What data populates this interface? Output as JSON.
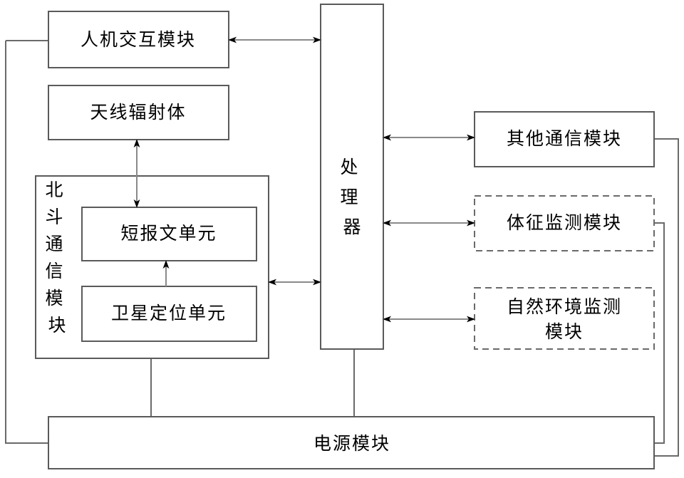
{
  "diagram": {
    "title": "BeiDou communication terminal system block diagram",
    "background_color": "#ffffff",
    "line_color": "#5a5a5a",
    "text_color": "#000000",
    "blocks": {
      "human_machine": {
        "label": "人机交互模块",
        "border": "solid"
      },
      "antenna": {
        "label": "天线辐射体",
        "border": "solid"
      },
      "beidou_module": {
        "label": "北斗通信模块",
        "border": "solid",
        "orientation": "vertical-text"
      },
      "short_message_unit": {
        "label": "短报文单元",
        "border": "solid"
      },
      "satellite_positioning_unit": {
        "label": "卫星定位单元",
        "border": "solid"
      },
      "processor": {
        "label": "处理器",
        "border": "solid",
        "orientation": "vertical-text"
      },
      "other_comm": {
        "label": "其他通信模块",
        "border": "solid"
      },
      "vital_signs": {
        "label": "体征监测模块",
        "border": "dashed"
      },
      "environment_line1": {
        "label": "自然环境监测",
        "border": "dashed"
      },
      "environment_line2": {
        "label": "模块",
        "border": "dashed"
      },
      "power": {
        "label": "电源模块",
        "border": "solid"
      }
    },
    "vertical_text": {
      "processor_chars": [
        "处",
        "理",
        "器"
      ],
      "beidou_chars": [
        "北",
        "斗",
        "通",
        "信",
        "模",
        "块"
      ]
    },
    "connections": [
      {
        "name": "human-machine-to-processor",
        "type": "bidirectional"
      },
      {
        "name": "antenna-to-short-message",
        "type": "bidirectional"
      },
      {
        "name": "satellite-to-short-message",
        "type": "unidirectional-up"
      },
      {
        "name": "beidou-to-processor",
        "type": "bidirectional"
      },
      {
        "name": "processor-to-other-comm",
        "type": "bidirectional"
      },
      {
        "name": "processor-to-vital-signs",
        "type": "bidirectional"
      },
      {
        "name": "processor-to-environment",
        "type": "bidirectional"
      },
      {
        "name": "power-to-human-machine",
        "type": "power-rail"
      },
      {
        "name": "power-to-beidou",
        "type": "power-rail"
      },
      {
        "name": "power-to-processor",
        "type": "power-rail"
      },
      {
        "name": "power-to-other-comm",
        "type": "power-rail"
      },
      {
        "name": "power-to-vital-signs",
        "type": "power-rail"
      }
    ]
  }
}
